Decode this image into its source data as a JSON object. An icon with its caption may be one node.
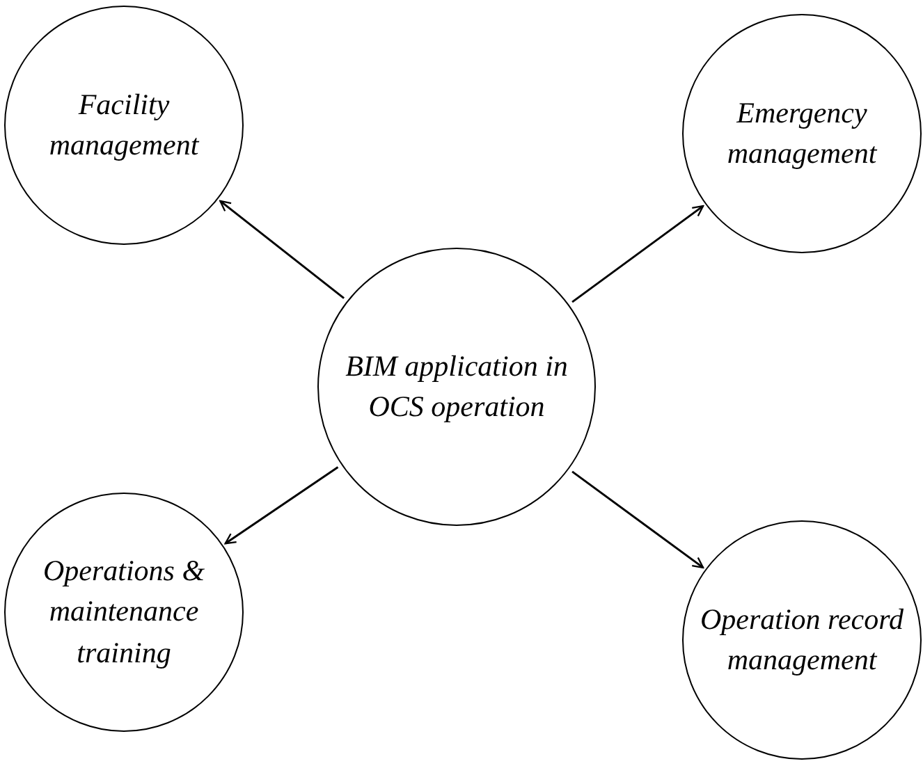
{
  "diagram": {
    "nodes": [
      {
        "text": [
          "BIM application in OCS operation"
        ]
      },
      {
        "text": [
          "Facility management"
        ]
      },
      {
        "text": [
          "Emergency management"
        ]
      },
      {
        "text": [
          "Operations & maintenance training"
        ]
      },
      {
        "text": [
          "Operation record management"
        ]
      }
    ],
    "edges": [
      {
        "from": 0,
        "to": 1,
        "arrow": "to"
      },
      {
        "from": 0,
        "to": 2,
        "arrow": "to"
      },
      {
        "from": 0,
        "to": 3,
        "arrow": "to"
      },
      {
        "from": 0,
        "to": 4,
        "arrow": "to"
      }
    ]
  }
}
